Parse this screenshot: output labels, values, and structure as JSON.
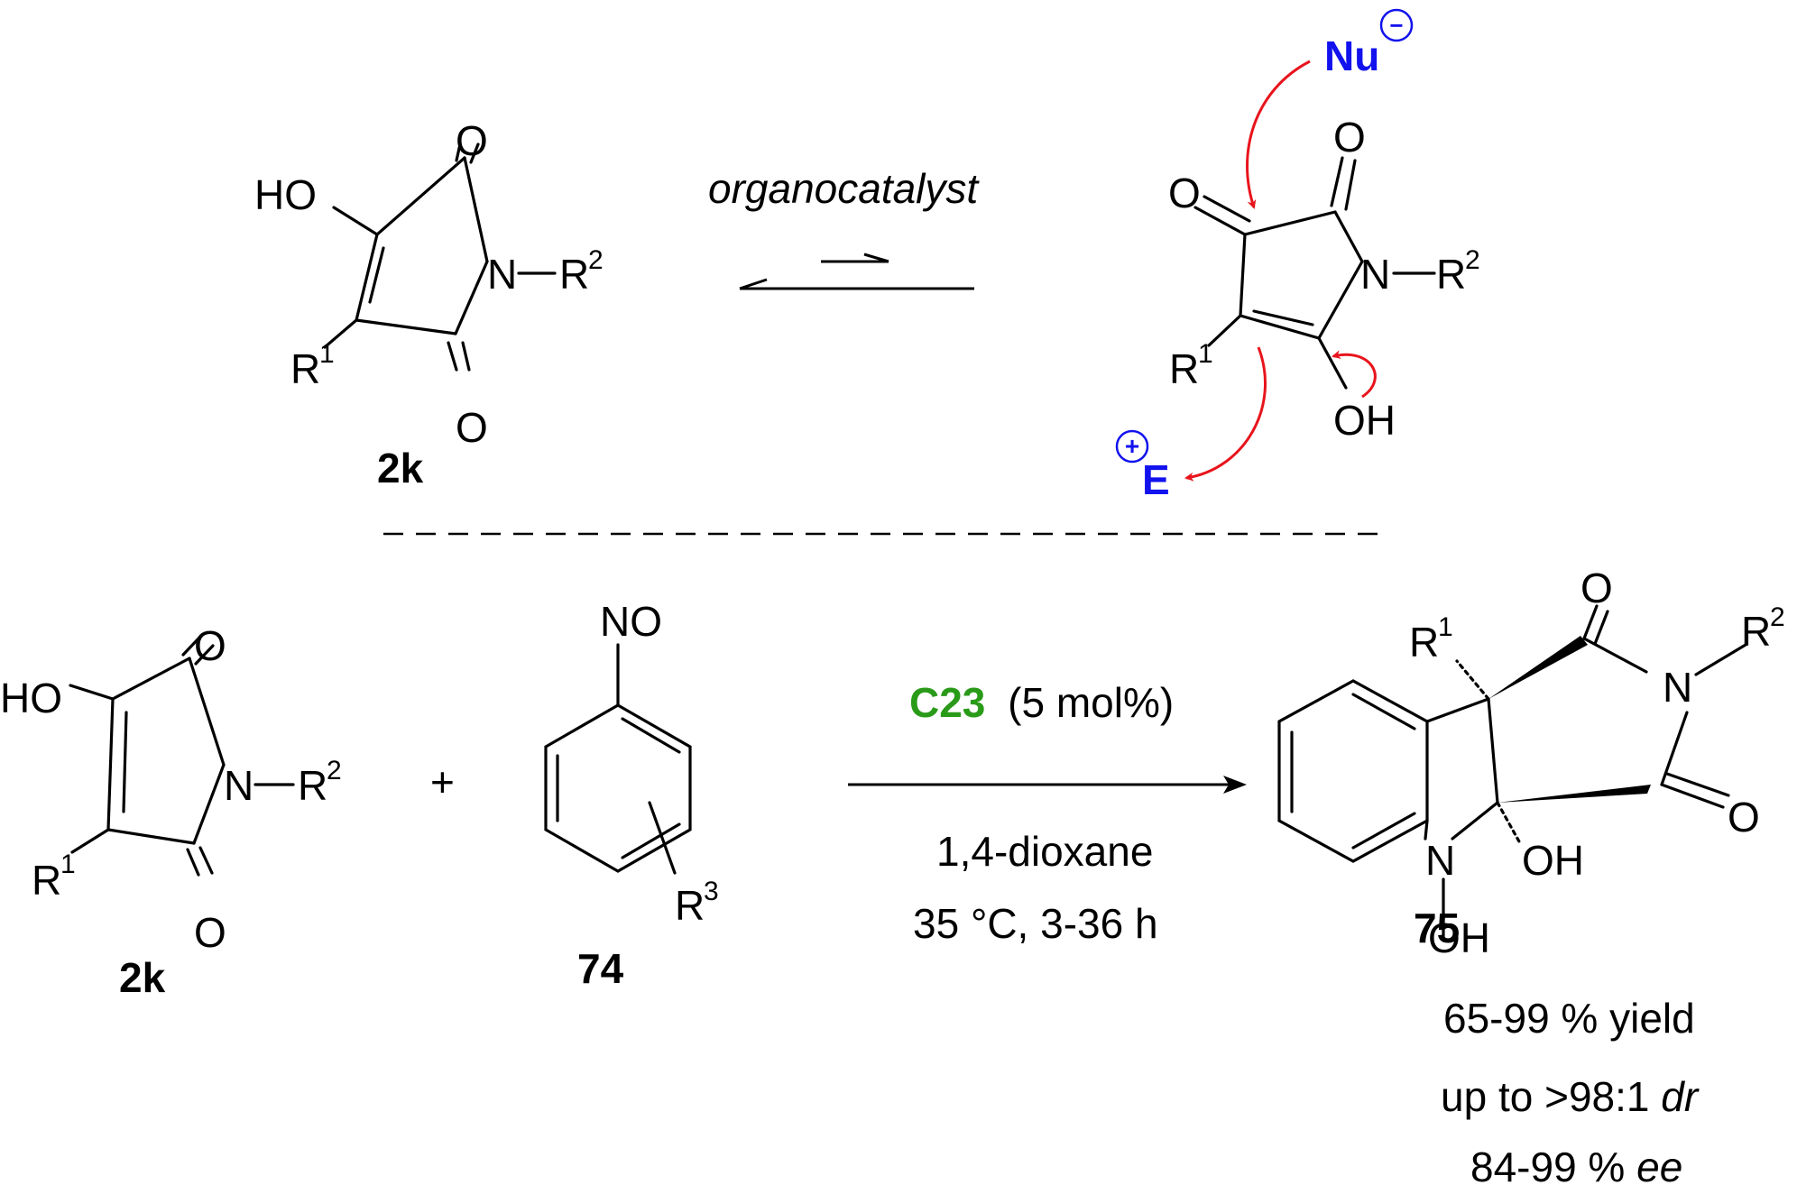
{
  "top_scheme": {
    "left": {
      "ho": "HO",
      "o_top": "O",
      "o_bottom": "O",
      "n": "N",
      "r2": "R",
      "r2_sup": "2",
      "r1": "R",
      "r1_sup": "1",
      "compound": "2k"
    },
    "condition": "organocatalyst",
    "right": {
      "o_left": "O",
      "o_top": "O",
      "n": "N",
      "r2": "R",
      "r2_sup": "2",
      "r1": "R",
      "r1_sup": "1",
      "oh": "OH",
      "nu": "Nu",
      "nu_charge": "−",
      "e": "E",
      "e_charge": "+"
    }
  },
  "bottom_scheme": {
    "reactant1": {
      "ho": "HO",
      "o_top": "O",
      "o_bottom": "O",
      "n": "N",
      "r2": "R",
      "r2_sup": "2",
      "r1": "R",
      "r1_sup": "1",
      "compound": "2k"
    },
    "plus": "+",
    "reactant2": {
      "no": "NO",
      "r3": "R",
      "r3_sup": "3",
      "compound": "74"
    },
    "catalyst": "C23",
    "catalyst_loading": "(5 mol%)",
    "solvent": "1,4-dioxane",
    "temp_time": "35 °C, 3-36 h",
    "product": {
      "o_top": "O",
      "o_right": "O",
      "n_imide": "N",
      "r2": "R",
      "r2_sup": "2",
      "r1": "R",
      "r1_sup": "1",
      "oh": "OH",
      "n_indoline": "N",
      "n_oh": "OH",
      "compound": "75"
    },
    "results": {
      "yield": "65-99 % yield",
      "dr_prefix": "up to >98:1 ",
      "dr_suffix": "dr",
      "ee_prefix": "84-99 % ",
      "ee_suffix": "ee"
    }
  },
  "colors": {
    "nucleophile": "#1212ee",
    "electrophile": "#1212ee",
    "catalyst": "#2a9a19",
    "curved_arrows": "#e8141c"
  }
}
